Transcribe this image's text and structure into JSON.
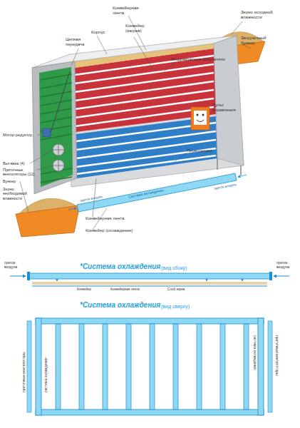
{
  "diagram": {
    "labels": [
      "Зерно исходной влажности",
      "Загрузочный бункер",
      "Конвейерная лента",
      "Конвейер (нагрев)",
      "Корпус",
      "Цепная передача",
      "Инфракрасные излучатели",
      "Пульт управления",
      "Мотор-редуктор",
      "Перегородки",
      "Вытяжка (4)",
      "Приточные вентиляторы (12)",
      "Бункер",
      "Зерно необходимой влажности",
      "приток воздуха",
      "Система охлаждения",
      "приток воздуха",
      "Конвейерная лента",
      "Конвейер (охлаждение)",
      "*Система охлаждения",
      "(вид сбоку)",
      "приток воздуха",
      "приток воздуха",
      "Конвейер",
      "Конвейерная лента",
      "Слой зерна",
      "*Система охлаждения",
      "(вид сверху)",
      "приточные вентиляторы",
      "система охлаждения",
      "система охлаждения",
      "приточные вентиляторы"
    ]
  }
}
